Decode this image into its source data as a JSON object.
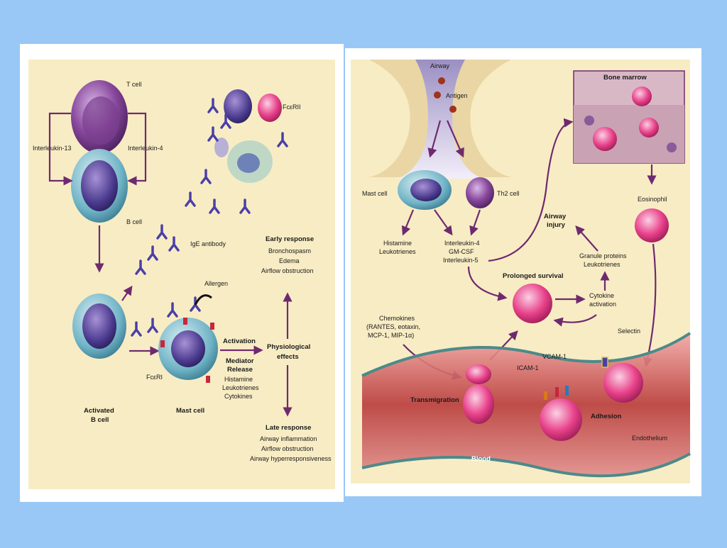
{
  "left_panel": {
    "t_cell": "T cell",
    "b_cell": "B cell",
    "interleukin_13": "Interleukin-13",
    "interleukin_4": "Interleukin-4",
    "fceri_receptor_ii": "FcεRII",
    "ige_antibody": "IgE antibody",
    "allergen": "Allergen",
    "activated_b_cell_1": "Activated",
    "activated_b_cell_2": "B cell",
    "fceri": "FcεRI",
    "mast_cell": "Mast cell",
    "activation": "Activation",
    "mediator_release_1": "Mediator",
    "mediator_release_2": "Release",
    "mediators": [
      "Histamine",
      "Leukotrienes",
      "Cytokines"
    ],
    "physiological_effects_1": "Physiological",
    "physiological_effects_2": "effects",
    "early_response": {
      "title": "Early response",
      "items": [
        "Bronchospasm",
        "Edema",
        "Airflow obstruction"
      ]
    },
    "late_response": {
      "title": "Late response",
      "items": [
        "Airway inflammation",
        "Airflow obstruction",
        "Airway hyperresponsiveness"
      ]
    }
  },
  "right_panel": {
    "airway": "Airway",
    "antigen": "Antigen",
    "mast_cell": "Mast cell",
    "th2_cell": "Th2 cell",
    "mast_mediators": [
      "Histamine",
      "Leukotrienes"
    ],
    "cytokines": [
      "Interleukin-4",
      "GM-CSF",
      "Interleukin-5"
    ],
    "bone_marrow": "Bone marrow",
    "eosinophil": "Eosinophil",
    "airway_injury_1": "Airway",
    "airway_injury_2": "injury",
    "granule_proteins": [
      "Granule proteins",
      "Leukotrienes"
    ],
    "prolonged_survival": "Prolonged survival",
    "cytokine_activation": [
      "Cytokine",
      "activation"
    ],
    "chemokines": [
      "Chemokines",
      "(RANTES, eotaxin,",
      "MCP-1, MIP-1α)"
    ],
    "selectin": "Selectin",
    "vcam": "VCAM-1",
    "icam": "ICAM-1",
    "transmigration": "Transmigration",
    "adhesion": "Adhesion",
    "endothelium": "Endothelium",
    "blood": "Blood"
  },
  "colors": {
    "page_bg": "#99c8f6",
    "panel_bg": "#f8ecc4",
    "arrow": "#6f2a6f",
    "antibody": "#4a3fa8",
    "eosinophil": "#e8418a"
  }
}
